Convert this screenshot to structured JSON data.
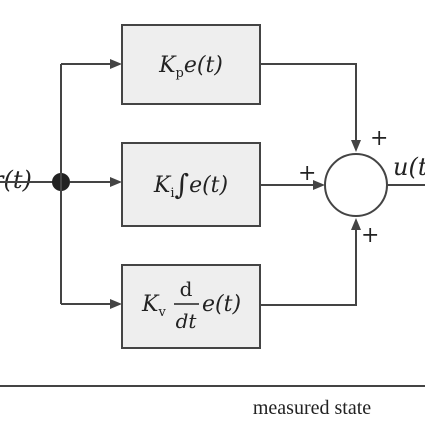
{
  "diagram": {
    "input_signal": {
      "label": "r(t)"
    },
    "blocks": [
      {
        "gain": "K",
        "subscript": "p",
        "operator": "",
        "signal": "e(t)"
      },
      {
        "gain": "K",
        "subscript": "i",
        "operator": "∫",
        "signal": "e(t)"
      },
      {
        "gain": "K",
        "subscript": "v",
        "operator_numerator": "d",
        "operator_denominator": "dt",
        "signal": "e(t)"
      }
    ],
    "summing_junction": {
      "top_sign": "+",
      "left_sign": "+",
      "bottom_sign": "+"
    },
    "output_signal": {
      "label": "u(t)"
    },
    "caption": "measured state"
  }
}
